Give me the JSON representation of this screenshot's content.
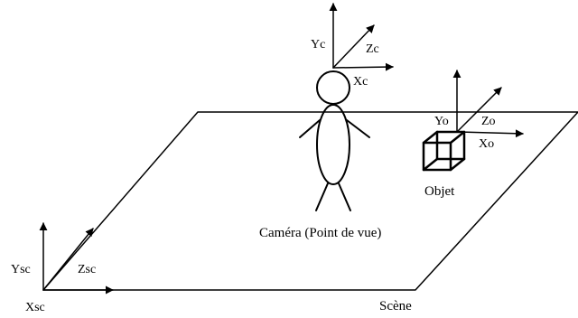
{
  "scene": {
    "label": "Scène",
    "axes": {
      "x": "Xsc",
      "y": "Ysc",
      "z": "Zsc"
    }
  },
  "camera": {
    "label": "Caméra (Point de vue)",
    "axes": {
      "x": "Xc",
      "y": "Yc",
      "z": "Zc"
    }
  },
  "object": {
    "label": "Objet",
    "axes": {
      "x": "Xo",
      "y": "Yo",
      "z": "Zo"
    }
  }
}
